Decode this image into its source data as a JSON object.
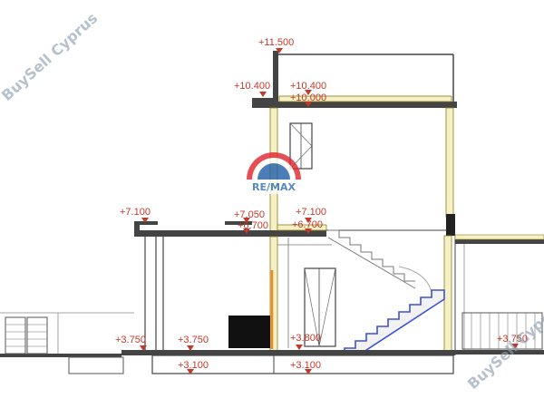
{
  "watermarks": {
    "top_left": "BuySell Cyprus",
    "bottom_right": "BuySell Cyprus"
  },
  "logo": {
    "text": "RE/MAX",
    "colors": {
      "red": "#e0242b",
      "blue": "#1f5fa8"
    }
  },
  "colors": {
    "level_marker": "#c0392b",
    "wall_fill": "#f6f0c6",
    "wall_stroke": "#8a7d1a",
    "slab": "#444444",
    "stair_blue": "#3b4fd8",
    "orange_line": "#f08a1c"
  },
  "levels": {
    "l11500": "+11.500",
    "l10400": "+10.400",
    "l10400b": "+10.400",
    "l10000": "+10.000",
    "l7100a": "+7.100",
    "l7050": "+7.050",
    "l6700a": "+6.700",
    "l7100b": "+7.100",
    "l6700b": "+6.700",
    "l3750a": "+3.750",
    "l3750b": "+3.750",
    "l3800": "+3.800",
    "l3100a": "+3.100",
    "l3100b": "+3.100",
    "l3750c": "+3.750"
  }
}
